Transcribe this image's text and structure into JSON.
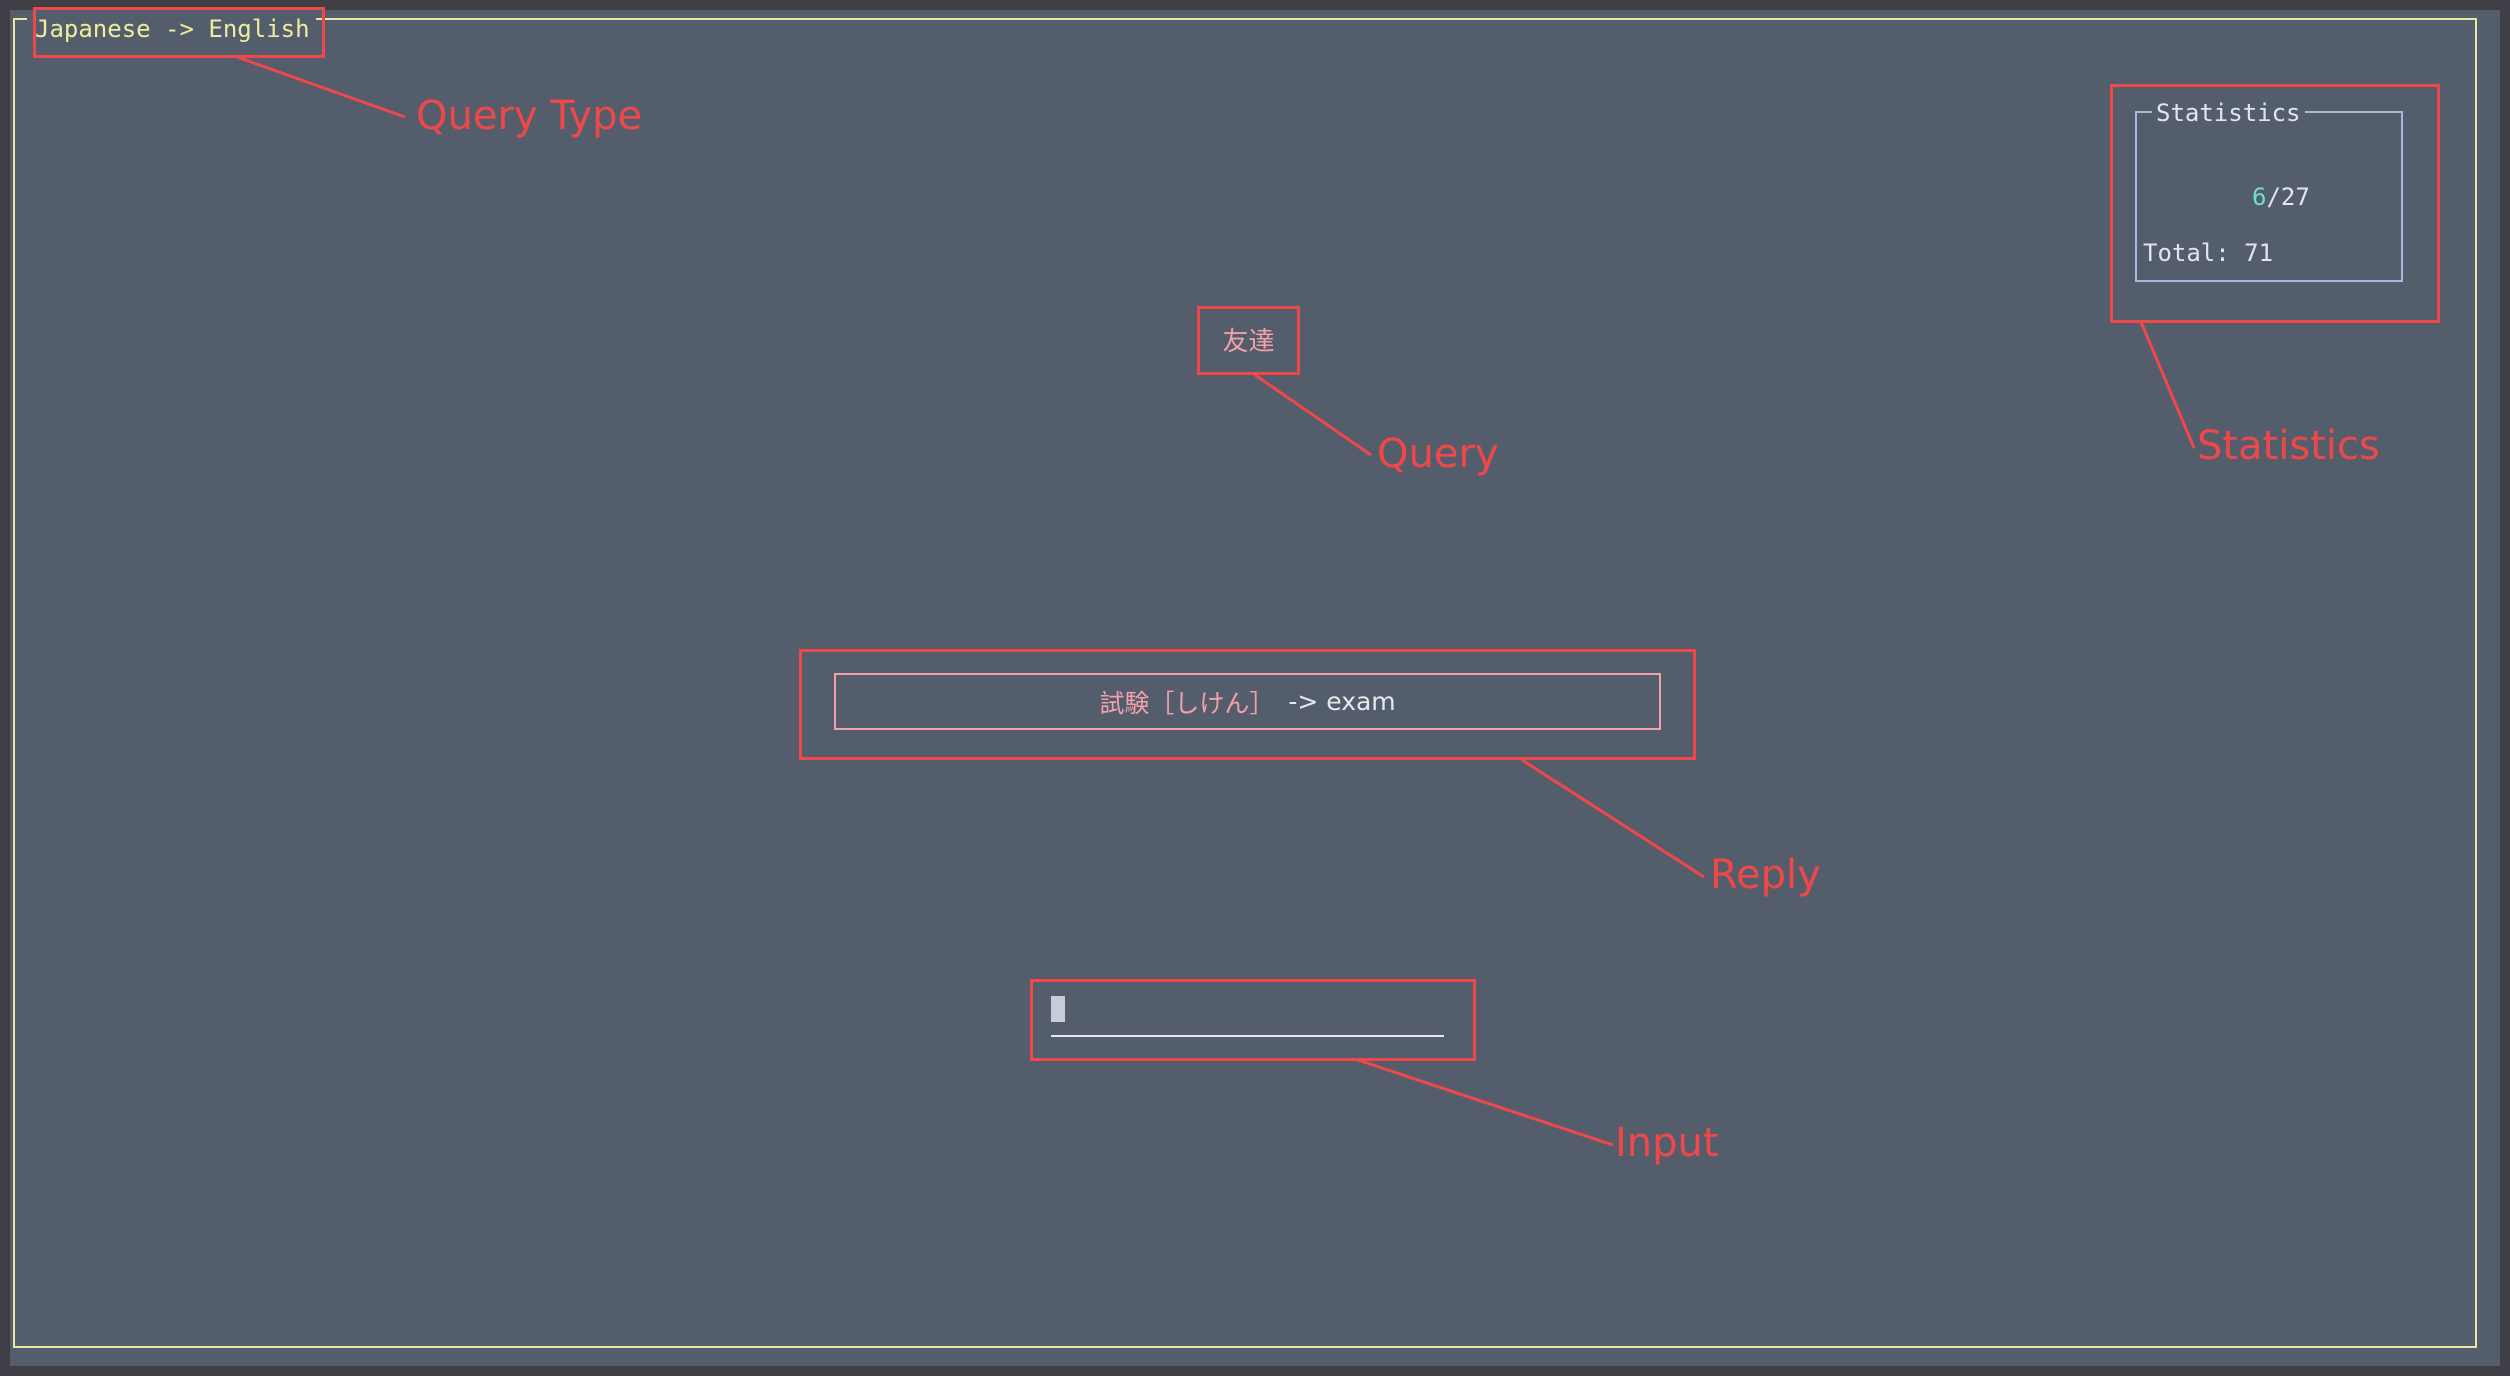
{
  "terminal": {
    "query_type": "Japanese -> English",
    "query": "友達",
    "statistics": {
      "title": "Statistics",
      "correct": "6",
      "of_total": "/27",
      "total": "Total: 71"
    },
    "reply": {
      "answer": "試験［しけん］",
      "arrow": "->",
      "meaning": "exam"
    },
    "input": {
      "value": ""
    }
  },
  "annotations": {
    "query_type": "Query Type",
    "statistics": "Statistics",
    "query": "Query",
    "reply": "Reply",
    "input": "Input"
  },
  "colors": {
    "background": "#535d6b",
    "frame": "#e8e8a0",
    "query_type_text": "#ecec9c",
    "stats_border": "#aab6dc",
    "stats_correct": "#6ee0c4",
    "answer_pink": "#f2a0aa",
    "annotation_red": "#f04848"
  }
}
